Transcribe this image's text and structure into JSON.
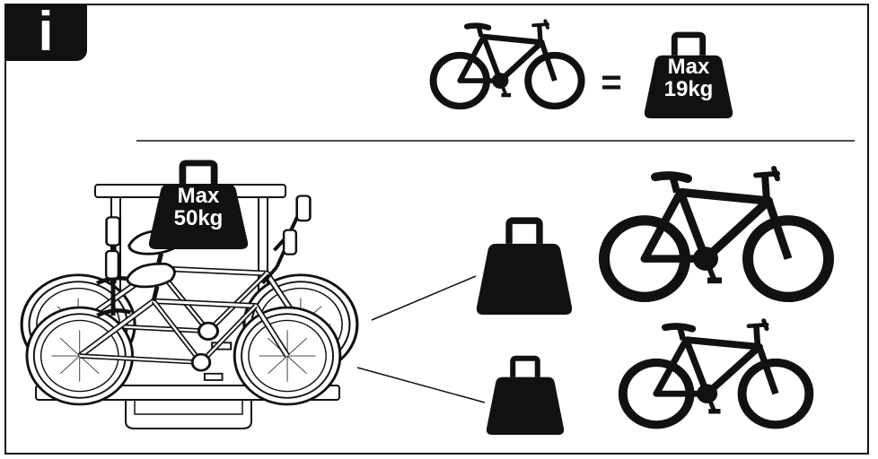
{
  "badge": {
    "glyph": "i"
  },
  "equation": {
    "symbol": "="
  },
  "weights": {
    "per_bike": {
      "line1": "Max",
      "line2": "19kg"
    },
    "rack_total": {
      "line1": "Max",
      "line2": "50kg"
    }
  },
  "icons": {
    "badge": "info-icon",
    "bike": "bicycle-icon",
    "weight": "weight-icon",
    "rack": "bike-rack-illustration"
  },
  "colors": {
    "ink": "#111111",
    "background": "#ffffff"
  }
}
